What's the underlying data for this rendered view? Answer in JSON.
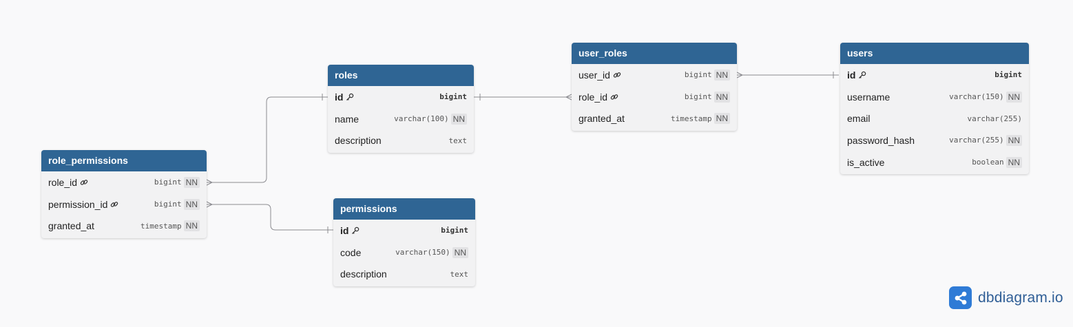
{
  "tables": {
    "roles": {
      "name": "roles",
      "fields": [
        {
          "name": "id",
          "type": "bigint",
          "nn": "",
          "pk": true,
          "icon": "key-icon"
        },
        {
          "name": "name",
          "type": "varchar(100)",
          "nn": "NN"
        },
        {
          "name": "description",
          "type": "text",
          "nn": ""
        }
      ]
    },
    "user_roles": {
      "name": "user_roles",
      "fields": [
        {
          "name": "user_id",
          "type": "bigint",
          "nn": "NN",
          "icon": "link-icon"
        },
        {
          "name": "role_id",
          "type": "bigint",
          "nn": "NN",
          "icon": "link-icon"
        },
        {
          "name": "granted_at",
          "type": "timestamp",
          "nn": "NN"
        }
      ]
    },
    "users": {
      "name": "users",
      "fields": [
        {
          "name": "id",
          "type": "bigint",
          "nn": "",
          "pk": true,
          "icon": "key-icon"
        },
        {
          "name": "username",
          "type": "varchar(150)",
          "nn": "NN"
        },
        {
          "name": "email",
          "type": "varchar(255)",
          "nn": ""
        },
        {
          "name": "password_hash",
          "type": "varchar(255)",
          "nn": "NN"
        },
        {
          "name": "is_active",
          "type": "boolean",
          "nn": "NN"
        }
      ]
    },
    "role_permissions": {
      "name": "role_permissions",
      "fields": [
        {
          "name": "role_id",
          "type": "bigint",
          "nn": "NN",
          "icon": "link-icon"
        },
        {
          "name": "permission_id",
          "type": "bigint",
          "nn": "NN",
          "icon": "link-icon"
        },
        {
          "name": "granted_at",
          "type": "timestamp",
          "nn": "NN"
        }
      ]
    },
    "permissions": {
      "name": "permissions",
      "fields": [
        {
          "name": "id",
          "type": "bigint",
          "nn": "",
          "pk": true,
          "icon": "key-icon"
        },
        {
          "name": "code",
          "type": "varchar(150)",
          "nn": "NN"
        },
        {
          "name": "description",
          "type": "text",
          "nn": ""
        }
      ]
    }
  },
  "relationships": [
    {
      "from": "user_roles.user_id",
      "to": "users.id",
      "from_card": "many",
      "to_card": "one"
    },
    {
      "from": "user_roles.role_id",
      "to": "roles.id",
      "from_card": "many",
      "to_card": "one"
    },
    {
      "from": "role_permissions.role_id",
      "to": "roles.id",
      "from_card": "many",
      "to_card": "one"
    },
    {
      "from": "role_permissions.permission_id",
      "to": "permissions.id",
      "from_card": "many",
      "to_card": "one"
    }
  ],
  "colors": {
    "header": "#2f6594",
    "body": "#f2f2f3",
    "edge": "#8a8a8f",
    "logo": "#2f7bd6"
  },
  "logo": {
    "text": "dbdiagram.io",
    "icon": "share-icon"
  }
}
